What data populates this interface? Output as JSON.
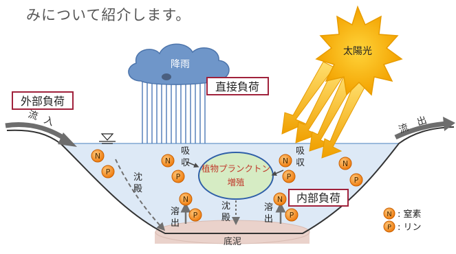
{
  "heading": "みについて紹介します。",
  "labels": {
    "rain": "降雨",
    "sun": "太陽光",
    "direct_load": "直接負荷",
    "external_load": "外部負荷",
    "internal_load": "内部負荷",
    "inflow_1": "流",
    "inflow_2": "入",
    "outflow_1": "流",
    "outflow_2": "出",
    "sediment_1": "沈",
    "sediment_2": "殿",
    "absorb_1": "吸",
    "absorb_2": "収",
    "plankton_1": "植物プランクトン",
    "plankton_2": "増殖",
    "dissolve_1": "溶",
    "dissolve_2": "出",
    "mud": "底泥"
  },
  "nutrients": {
    "n": "N",
    "p": "P"
  },
  "legend": {
    "n_label": ": 窒素",
    "p_label": ": リン"
  },
  "colors": {
    "water": "#dde9f6",
    "water_edge": "#8eb2d8",
    "cloud": "#6f96c9",
    "rain": "#4b78b5",
    "sun": "#f4b400",
    "ray": "#f2a900",
    "nutrient": "#f08a1c",
    "box_border": "#a0213b",
    "internal_text": "#c0392b",
    "mud": "#ead2cb",
    "arrow_gray": "#707070"
  }
}
